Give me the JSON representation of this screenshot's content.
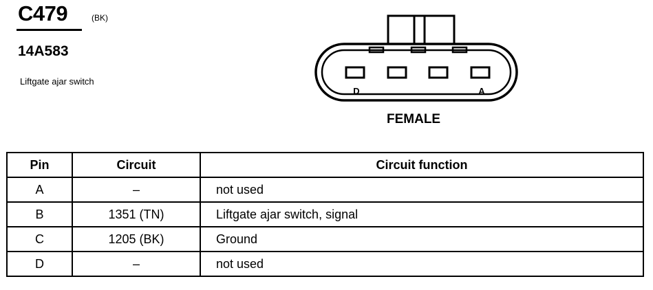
{
  "connector": {
    "id": "C479",
    "color": "(BK)",
    "part_number": "14A583",
    "description": "Liftgate ajar switch"
  },
  "diagram": {
    "pin_label_left": "D",
    "pin_label_right": "A",
    "gender": "FEMALE"
  },
  "table": {
    "headers": {
      "pin": "Pin",
      "circuit": "Circuit",
      "function": "Circuit function"
    },
    "rows": [
      {
        "pin": "A",
        "circuit": "–",
        "function": "not used"
      },
      {
        "pin": "B",
        "circuit": "1351 (TN)",
        "function": "Liftgate ajar switch, signal"
      },
      {
        "pin": "C",
        "circuit": "1205 (BK)",
        "function": "Ground"
      },
      {
        "pin": "D",
        "circuit": "–",
        "function": "not used"
      }
    ]
  }
}
